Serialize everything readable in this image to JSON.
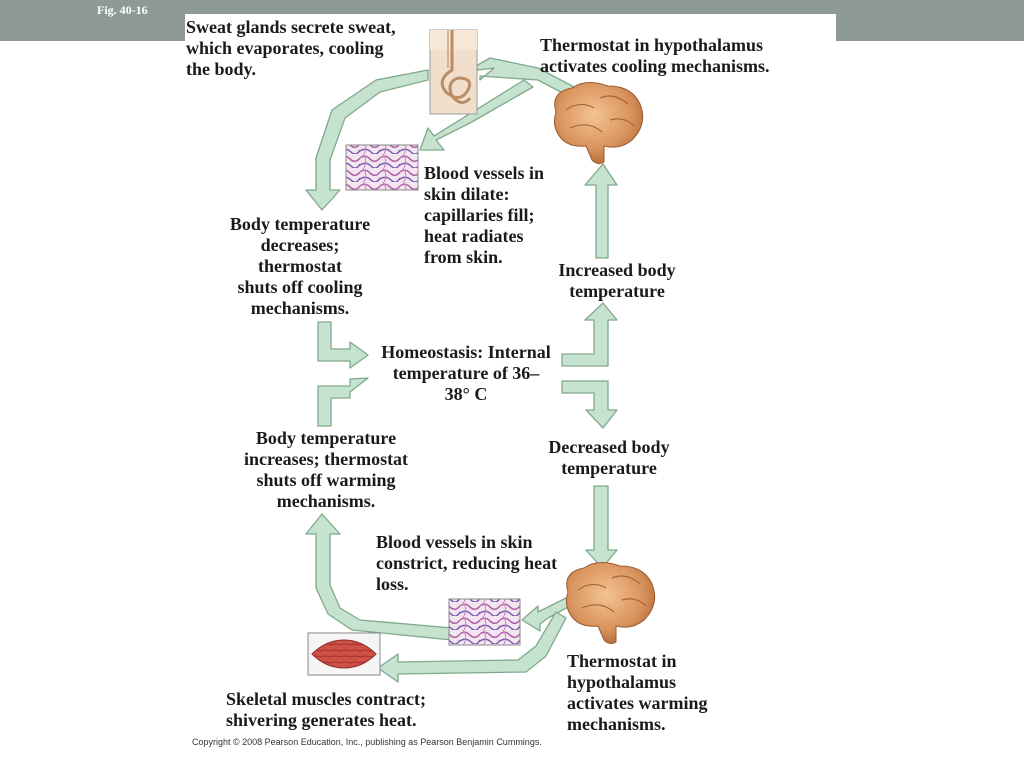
{
  "figure": {
    "label": "Fig. 40-16"
  },
  "labels": {
    "sweat_glands": [
      "Sweat glands secrete sweat,",
      "which evaporates, cooling",
      "the body."
    ],
    "thermostat_cooling": [
      "Thermostat in hypothalamus",
      "activates cooling mechanisms."
    ],
    "vessels_dilate": [
      "Blood vessels in",
      "skin dilate:",
      "capillaries fill;",
      "heat radiates",
      "from skin."
    ],
    "temp_decreases": [
      "Body temperature",
      "decreases;",
      "thermostat",
      "shuts off cooling",
      "mechanisms."
    ],
    "increased_temp": [
      "Increased body",
      "temperature"
    ],
    "homeostasis": [
      "Homeostasis: Internal",
      "temperature of 36–",
      "38° C"
    ],
    "temp_increases": [
      "Body temperature",
      "increases; thermostat",
      "shuts off warming",
      "mechanisms."
    ],
    "decreased_temp": [
      "Decreased body",
      "temperature"
    ],
    "vessels_constrict": [
      "Blood vessels in skin",
      "constrict, reducing heat",
      "loss."
    ],
    "thermostat_warming": [
      "Thermostat in",
      "hypothalamus",
      "activates warming",
      "mechanisms."
    ],
    "shivering": [
      "Skeletal  muscles contract;",
      "shivering generates heat."
    ]
  },
  "copyright": "Copyright © 2008 Pearson Education, Inc., publishing as Pearson Benjamin Cummings.",
  "colors": {
    "arrow_fill": "#c6e3cf",
    "arrow_stroke": "#7fa88c",
    "header": "#8e9b95"
  }
}
